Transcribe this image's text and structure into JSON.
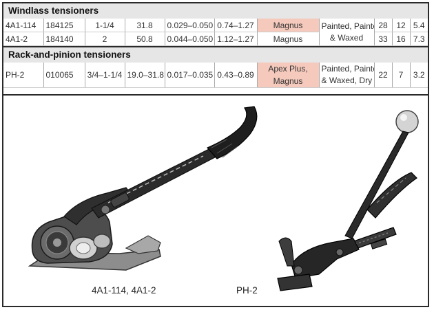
{
  "windlass": {
    "title": "Windlass tensioners",
    "rows": [
      [
        "4A1-114",
        "184125",
        "1-1/4",
        "31.8",
        "0.029–0.050",
        "0.74–1.27",
        "Magnus",
        "28",
        "12",
        "5.4"
      ],
      [
        "4A1-2",
        "184140",
        "2",
        "50.8",
        "0.044–0.050",
        "1.12–1.27",
        "Magnus",
        "33",
        "16",
        "7.3"
      ]
    ],
    "finish_line1": "Painted, Painted",
    "finish_line2": "& Waxed"
  },
  "rack": {
    "title": "Rack-and-pinion tensioners",
    "row": [
      "PH-2",
      "010065",
      "3/4–1-1/4",
      "19.0–31.8",
      "0.017–0.035",
      "0.43–0.89",
      "22",
      "7",
      "3.2"
    ],
    "brand_line1": "Apex Plus,",
    "brand_line2": "Magnus",
    "finish_line1": "Painted, Painted",
    "finish_line2": "& Waxed, Dry"
  },
  "images": {
    "windlass_caption": "4A1-114, 4A1-2",
    "rack_caption": "PH-2"
  },
  "colors": {
    "brand_cell": "#f5c9bc",
    "section_header": "#e6e6e6"
  }
}
